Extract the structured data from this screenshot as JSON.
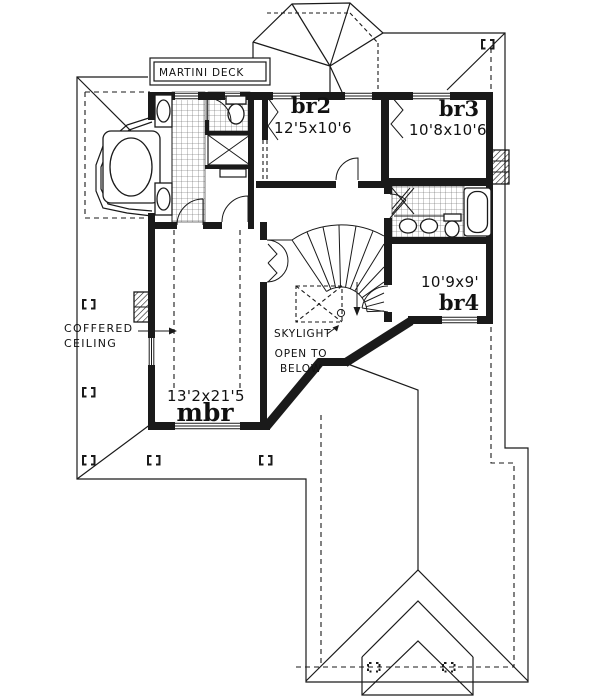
{
  "page": {
    "background": "#ffffff",
    "ink": "#1a1a1a"
  },
  "plan": {
    "deck": {
      "label": "MARTINI DECK"
    },
    "rooms": {
      "br2": {
        "name": "br2",
        "dims": "12'5x10'6"
      },
      "br3": {
        "name": "br3",
        "dims": "10'8x10'6"
      },
      "br4": {
        "name": "br4",
        "dims": "10'9x9'"
      },
      "mbr": {
        "name": "mbr",
        "dims": "13'2x21'5"
      }
    },
    "annotations": {
      "coffered": {
        "line1": "COFFERED",
        "line2": "CEILING"
      },
      "skylight": {
        "label": "SKYLIGHT"
      },
      "open_to_below": {
        "line1": "OPEN TO",
        "line2": "BELOW"
      }
    }
  }
}
